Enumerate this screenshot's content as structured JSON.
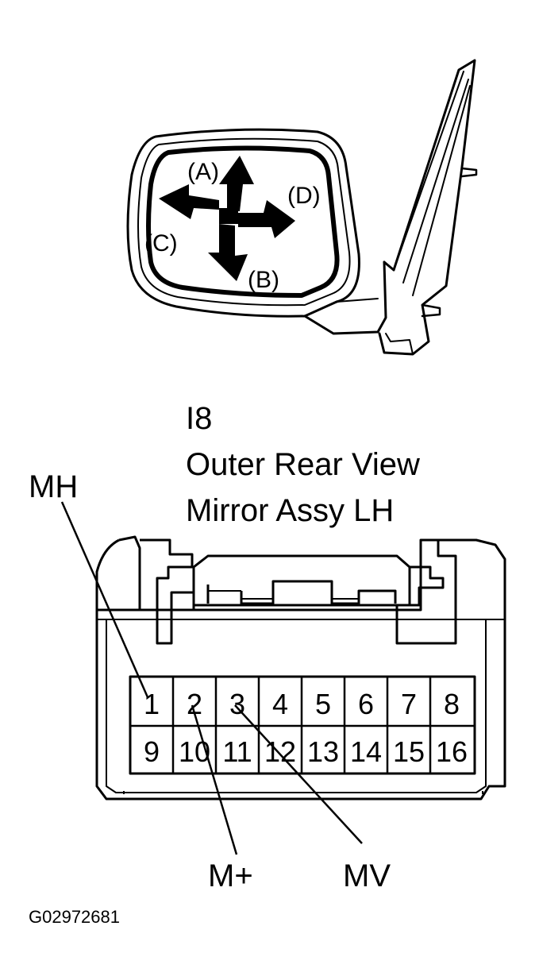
{
  "mirror": {
    "directions": {
      "A": "(A)",
      "B": "(B)",
      "C": "(C)",
      "D": "(D)"
    }
  },
  "connector": {
    "id": "I8",
    "name_line1": "Outer Rear View",
    "name_line2": "Mirror Assy LH",
    "pins_top": [
      "1",
      "2",
      "3",
      "4",
      "5",
      "6",
      "7",
      "8"
    ],
    "pins_bottom": [
      "9",
      "10",
      "11",
      "12",
      "13",
      "14",
      "15",
      "16"
    ],
    "terminals": {
      "mh": "MH",
      "m_plus": "M+",
      "mv": "MV"
    }
  },
  "figure_code": "G02972681"
}
